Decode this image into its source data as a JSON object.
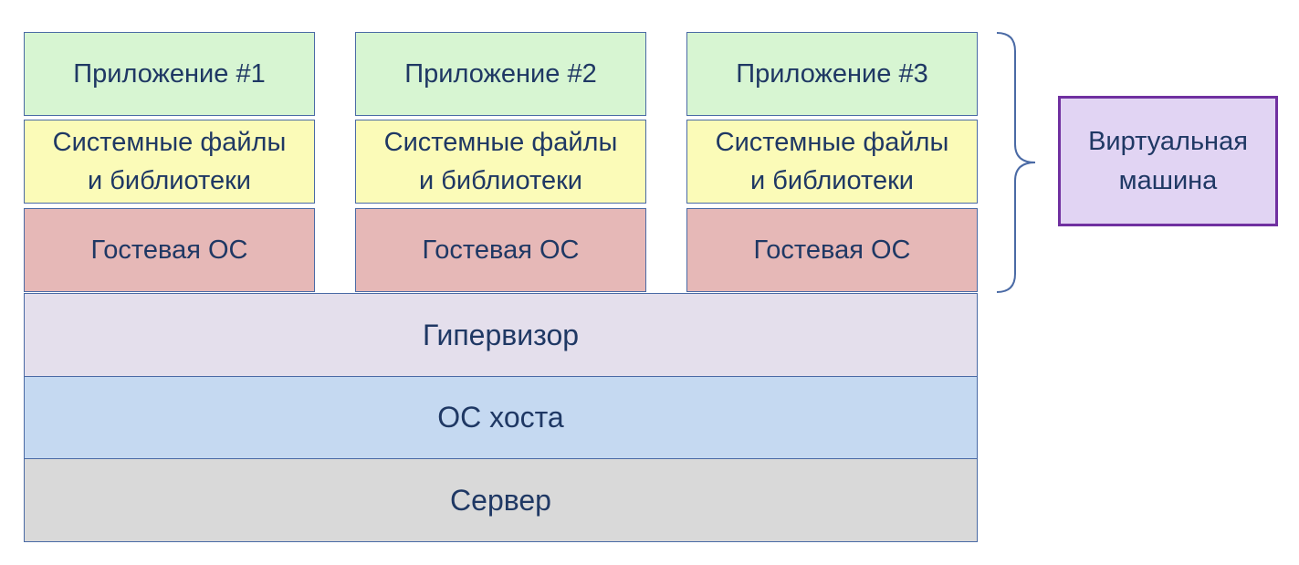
{
  "stacks": [
    {
      "app": "Приложение #1",
      "lib_line1": "Системные файлы",
      "lib_line2": "и библиотеки",
      "guest_os": "Гостевая ОС"
    },
    {
      "app": "Приложение #2",
      "lib_line1": "Системные файлы",
      "lib_line2": "и библиотеки",
      "guest_os": "Гостевая ОС"
    },
    {
      "app": "Приложение #3",
      "lib_line1": "Системные файлы",
      "lib_line2": "и библиотеки",
      "guest_os": "Гостевая ОС"
    }
  ],
  "hypervisor": "Гипервизор",
  "host_os": "ОС хоста",
  "server": "Сервер",
  "vm_label": {
    "line1": "Виртуальная",
    "line2": "машина"
  },
  "colors": {
    "app": "#d7f5d2",
    "lib": "#fbfbb8",
    "guest": "#e6b8b7",
    "hypervisor": "#e4dfec",
    "host": "#c5d9f1",
    "server": "#d9d9d9",
    "vm_fill": "#e1d4f3",
    "vm_border": "#7030a0",
    "text": "#1f3864",
    "brace": "#4a6aa5"
  }
}
